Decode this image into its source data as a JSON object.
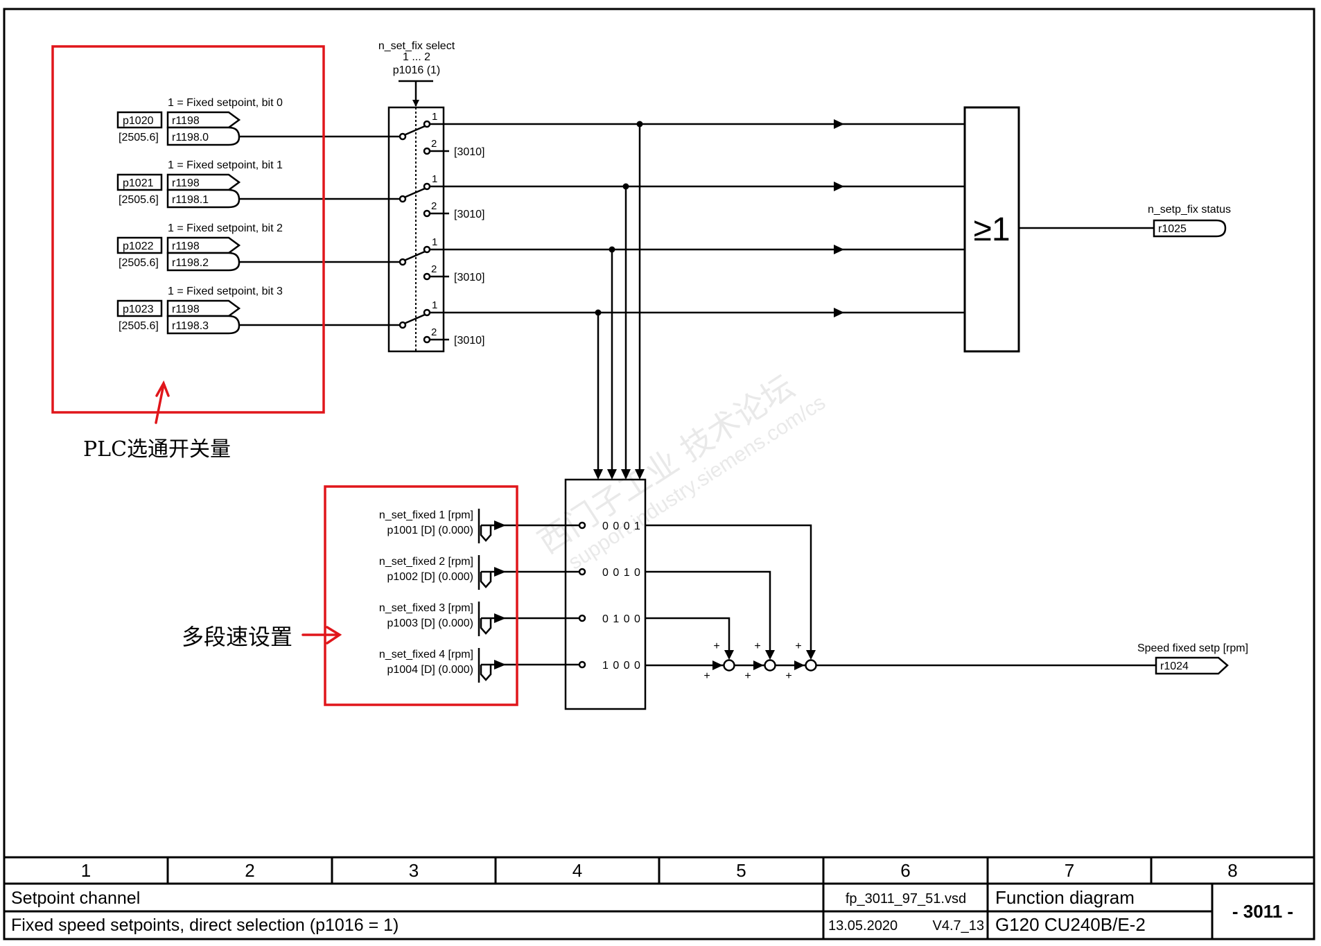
{
  "diagram": {
    "selector": {
      "name": "n_set_fix select",
      "range": "1 ... 2",
      "param": "p1016 (1)",
      "pos1": "1",
      "pos2": "2",
      "alt_ref": "[3010]"
    },
    "bits": [
      {
        "label": "1 = Fixed setpoint, bit 0",
        "param": "p1020",
        "default_ref": "[2505.6]",
        "src": "r1198",
        "src_bit": "r1198.0"
      },
      {
        "label": "1 = Fixed setpoint, bit 1",
        "param": "p1021",
        "default_ref": "[2505.6]",
        "src": "r1198",
        "src_bit": "r1198.1"
      },
      {
        "label": "1 = Fixed setpoint, bit 2",
        "param": "p1022",
        "default_ref": "[2505.6]",
        "src": "r1198",
        "src_bit": "r1198.2"
      },
      {
        "label": "1 = Fixed setpoint, bit 3",
        "param": "p1023",
        "default_ref": "[2505.6]",
        "src": "r1198",
        "src_bit": "r1198.3"
      }
    ],
    "or_gate": {
      "symbol": "≥1"
    },
    "status_output": {
      "label": "n_setp_fix status",
      "param": "r1025"
    },
    "fixed_setpoints": [
      {
        "name": "n_set_fixed 1 [rpm]",
        "param": "p1001 [D] (0.000)",
        "code": "0 0 0 1"
      },
      {
        "name": "n_set_fixed 2 [rpm]",
        "param": "p1002 [D] (0.000)",
        "code": "0 0 1 0"
      },
      {
        "name": "n_set_fixed 3 [rpm]",
        "param": "p1003 [D] (0.000)",
        "code": "0 1 0 0"
      },
      {
        "name": "n_set_fixed 4 [rpm]",
        "param": "p1004 [D] (0.000)",
        "code": "1 0 0 0"
      }
    ],
    "sum_sign": "+",
    "speed_output": {
      "label": "Speed fixed setp [rpm]",
      "param": "r1024"
    }
  },
  "annotations": {
    "plc_label": "PLC选通开关量",
    "multispeed_label": "多段速设置",
    "color": "#e0161b"
  },
  "watermark": {
    "line1": "西门子工业  技术论坛",
    "line2": "support.industry.siemens.com/cs"
  },
  "footer": {
    "columns": [
      "1",
      "2",
      "3",
      "4",
      "5",
      "6",
      "7",
      "8"
    ],
    "section": "Setpoint channel",
    "title": "Fixed speed setpoints, direct selection (p1016 = 1)",
    "file": "fp_3011_97_51.vsd",
    "date": "13.05.2020",
    "version": "V4.7_13",
    "doc_type": "Function diagram",
    "device": "G120 CU240B/E-2",
    "page": "- 3011 -"
  }
}
